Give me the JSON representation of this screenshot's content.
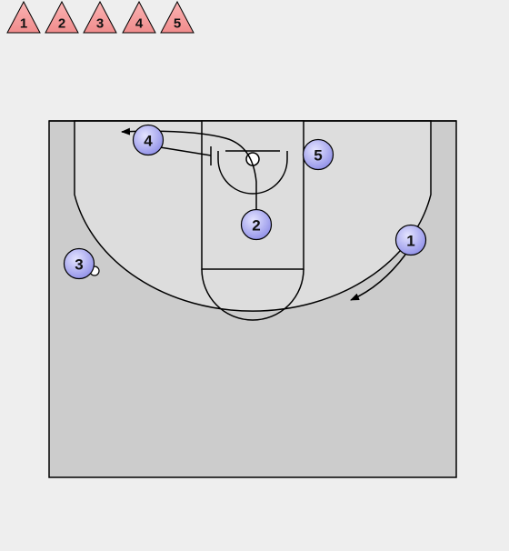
{
  "colors": {
    "background": "#eeeeee",
    "court_outer": "#cccccc",
    "court_inner": "#dddddd",
    "lines": "#000000",
    "player_fill": "#9999ee",
    "defender_fill": "#f59a9a"
  },
  "defenders": [
    {
      "label": "1"
    },
    {
      "label": "2"
    },
    {
      "label": "3"
    },
    {
      "label": "4"
    },
    {
      "label": "5"
    }
  ],
  "players": [
    {
      "label": "1"
    },
    {
      "label": "2"
    },
    {
      "label": "3"
    },
    {
      "label": "4"
    },
    {
      "label": "5"
    }
  ]
}
